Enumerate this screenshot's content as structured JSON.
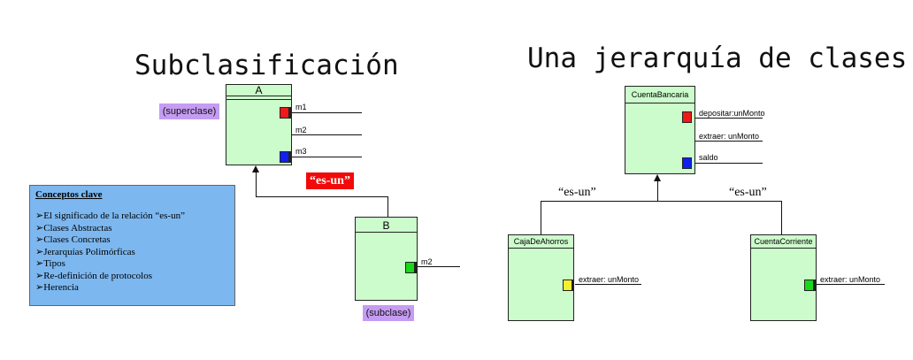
{
  "left": {
    "title": "Subclasificación",
    "class_a": {
      "name": "A",
      "methods": [
        "m1",
        "m2",
        "m3"
      ]
    },
    "superclass_label": "(superclase)",
    "relation_label": "“es-un”",
    "class_b": {
      "name": "B",
      "methods": [
        "m2"
      ]
    },
    "subclass_label": "(subclase)",
    "concepts": {
      "heading": "Conceptos clave",
      "items": [
        "➢El significado de la relación “es-un”",
        "➢Clases Abstractas",
        "➢Clases Concretas",
        "➢Jerarquías Polimórficas",
        "➢Tipos",
        "➢Re-definición de protocolos",
        "➢Herencia"
      ]
    }
  },
  "right": {
    "title": "Una jerarquía de clases",
    "parent": {
      "name": "CuentaBancaria",
      "methods": [
        "depositar:unMonto",
        "extraer: unMonto",
        "saldo"
      ]
    },
    "relation_left": "“es-un”",
    "relation_right": "“es-un”",
    "child_left": {
      "name": "CajaDeAhorros",
      "methods": [
        "extraer: unMonto"
      ]
    },
    "child_right": {
      "name": "CuentaCorriente",
      "methods": [
        "extraer: unMonto"
      ]
    }
  },
  "colors": {
    "class_fill": "#ccfccc",
    "red_method": "#f01818",
    "blue_method": "#1020f0",
    "green_method": "#18d818",
    "yellow_method": "#f4f030",
    "pill": "#c59cf2",
    "concepts_fill": "#7cb7f0",
    "relation_tag": "#f20a0a"
  }
}
